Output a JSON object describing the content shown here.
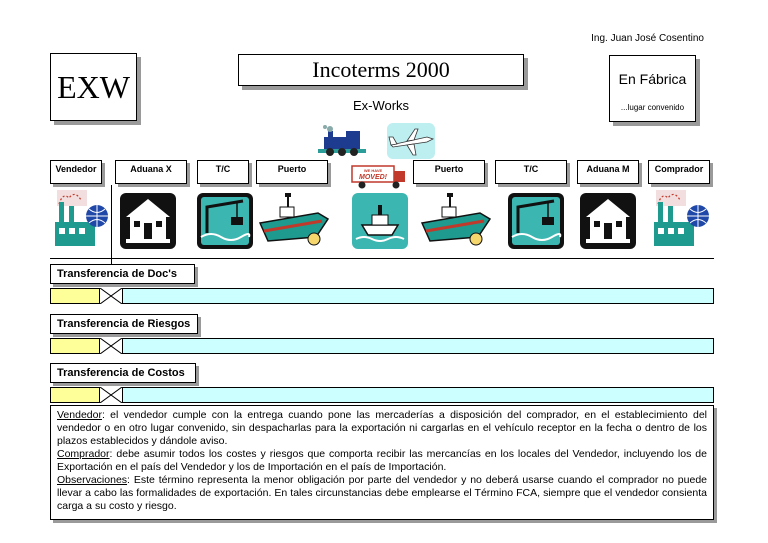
{
  "author": "Ing. Juan José Cosentino",
  "term": "EXW",
  "title": "Incoterms 2000",
  "subtitle": "Ex-Works",
  "place": {
    "main": "En Fábrica",
    "sub": "...lugar convenido"
  },
  "stages": [
    "Vendedor",
    "Aduana X",
    "T/C",
    "Puerto",
    "Puerto",
    "T/C",
    "Aduana M",
    "Comprador"
  ],
  "truck_text": "MOVED!",
  "truck_small": "WE HAVE",
  "sections": [
    {
      "label": "Transferencia de Doc's"
    },
    {
      "label": "Transferencia de Riesgos"
    },
    {
      "label": "Transferencia de Costos"
    }
  ],
  "colors": {
    "seller_bar": "#ffff99",
    "buyer_bar": "#ccffff",
    "icon_teal": "#3cb6b0"
  },
  "notes": [
    {
      "key": "Vendedor",
      "text": ": el vendedor cumple con la entrega cuando pone las mercaderías a disposición del comprador, en el establecimiento del vendedor o en otro lugar convenido, sin despacharlas para la exportación ni cargarlas en el vehículo receptor en la fecha o dentro de los plazos establecidos y dándole aviso."
    },
    {
      "key": "Comprador",
      "text": ": debe asumir todos los costes y riesgos que comporta recibir las mercancías en los locales del Vendedor, incluyendo los de Exportación en el país del Vendedor y los de Importación en el país de Importación."
    },
    {
      "key": "Observaciones",
      "text": ": Este término representa la menor obligación por parte del vendedor y no deberá usarse cuando el comprador no puede llevar a cabo las formalidades de exportación. En tales circunstancias debe emplearse el Término FCA, siempre que el vendedor consienta carga a su costo y riesgo."
    }
  ]
}
